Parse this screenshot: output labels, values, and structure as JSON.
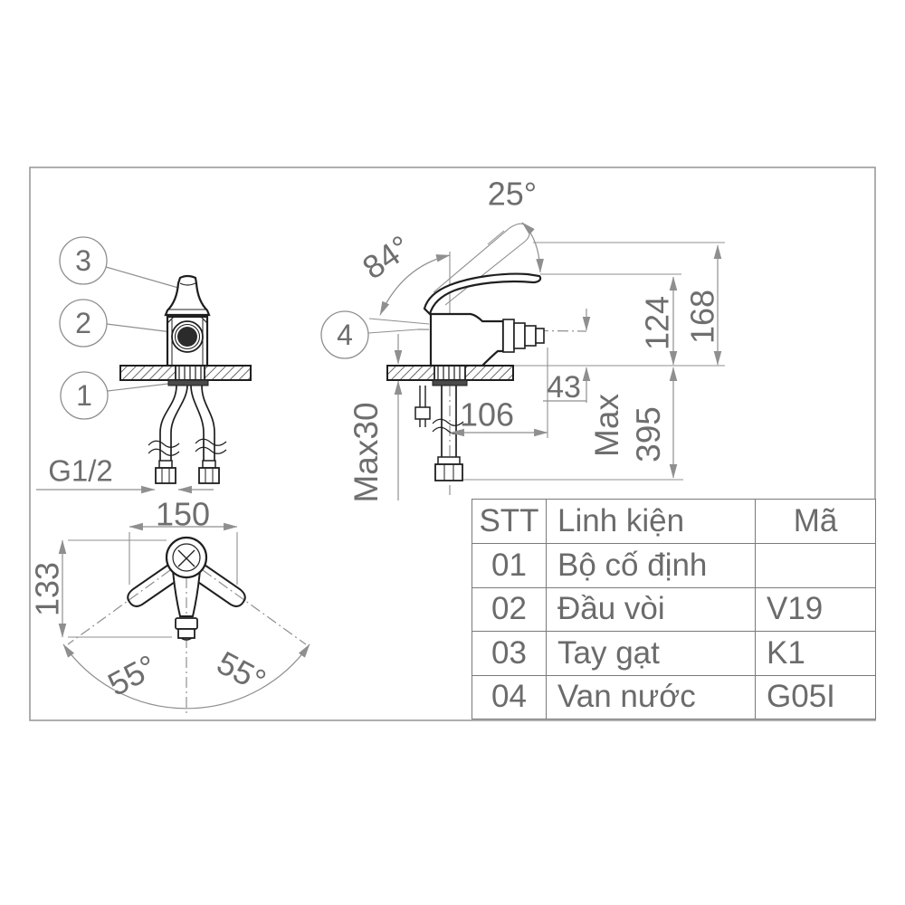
{
  "colors": {
    "outline_dark": "#1f1f1f",
    "line_gray": "#8f8f8f",
    "text_gray": "#6e6e6e",
    "frame_gray": "#9a9a9a",
    "table_border": "#7a7a7a"
  },
  "views": {
    "front": {
      "balloon_1": "1",
      "balloon_2": "2",
      "balloon_3": "3",
      "thread": "G1/2"
    },
    "side": {
      "balloon_4": "4",
      "angle_open": "25°",
      "angle_lever": "84°",
      "height_handle": "124",
      "height_total": "168",
      "outlet_drop": "43",
      "reach": "106",
      "deck_max": "Max30",
      "max_label": "Max",
      "max_height": "395"
    },
    "top": {
      "width": "150",
      "depth": "133",
      "swing_left": "55°",
      "swing_right": "55°"
    }
  },
  "table": {
    "headers": [
      "STT",
      "Linh kiện",
      "Mã"
    ],
    "rows": [
      [
        "01",
        "Bộ cố định",
        ""
      ],
      [
        "02",
        "Đầu vòi",
        "V19"
      ],
      [
        "03",
        "Tay gạt",
        "K1"
      ],
      [
        "04",
        "Van nước",
        "G05I"
      ]
    ]
  }
}
